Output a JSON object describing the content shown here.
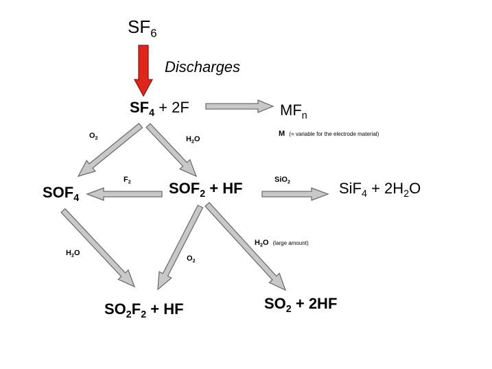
{
  "colors": {
    "primary_arrow": "#e0261c",
    "grey_arrow_fill": "#c8c8c8",
    "grey_arrow_stroke": "#6e6e6e"
  },
  "nodes": {
    "sf6": {
      "base": "SF",
      "sub": "6"
    },
    "sf4": {
      "base": "SF",
      "sub": "4",
      "rest": " +  2F"
    },
    "mfn": {
      "base": "MF",
      "sub": "n"
    },
    "electrode_note": {
      "symbol": "M",
      "text": "(= variable for the electrode material)"
    },
    "sof4": {
      "base": "SOF",
      "sub": "4"
    },
    "sof2": {
      "base": "SOF",
      "sub": "2",
      "rest": " + HF"
    },
    "sif4": {
      "p1": "SiF",
      "s1": "4",
      "p2": "  +  2H",
      "s2": "2",
      "p3": "O"
    },
    "so2f2": {
      "p1": "SO",
      "s1": "2",
      "p2": "F",
      "s2": "2",
      "p3": " + HF"
    },
    "so2": {
      "p1": "SO",
      "s1": "2",
      "p2": " + 2HF"
    }
  },
  "labels": {
    "discharges": "Discharges",
    "o2_left": {
      "base": "O",
      "sub": "2"
    },
    "h2o_right": {
      "p1": "H",
      "s1": "2",
      "p2": "O"
    },
    "f2": {
      "base": "F",
      "sub": "2"
    },
    "sio2": {
      "p1": "SiO",
      "s1": "2"
    },
    "h2o_lower_left": {
      "p1": "H",
      "s1": "2",
      "p2": "O"
    },
    "o2_lower": {
      "base": "O",
      "sub": "2"
    },
    "h2o_large": {
      "p1": "H",
      "s1": "2",
      "p2": "O",
      "note": "(large amount)"
    }
  }
}
